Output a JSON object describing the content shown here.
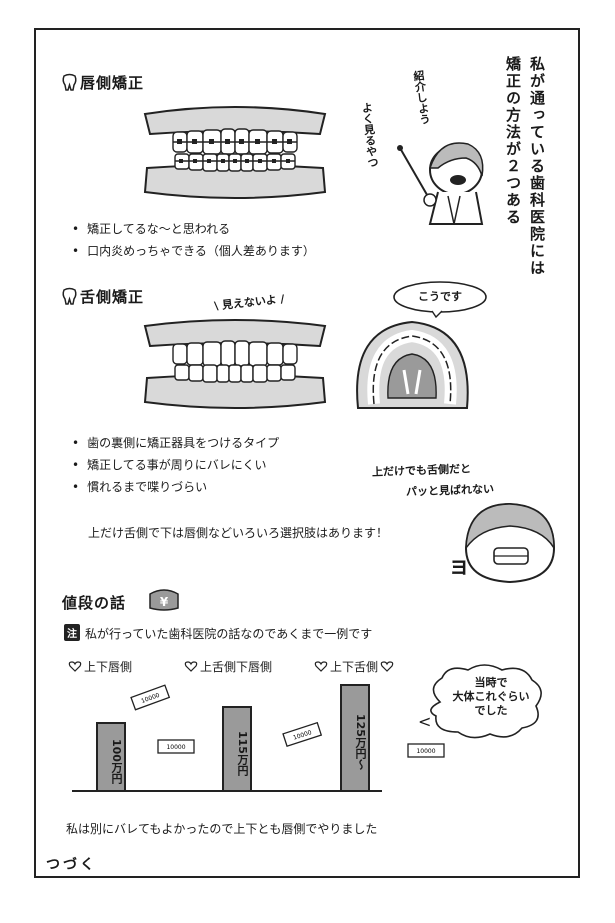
{
  "intro": {
    "line1": "私が通っている歯科医院には",
    "line2": "矯正の方法が２つある"
  },
  "char1": {
    "speech1": "紹介しよう",
    "speech2": "よく見るやつ"
  },
  "section1": {
    "heading": "唇側矯正",
    "bullets": [
      "矯正してるな〜と思われる",
      "口内炎めっちゃできる（個人差あります）"
    ]
  },
  "section2": {
    "heading": "舌側矯正",
    "caption_teeth": "見えないよ",
    "caption_bubble": "こうです",
    "bullets": [
      "歯の裏側に矯正器具をつけるタイプ",
      "矯正してる事が周りにバレにくい",
      "慣れるまで喋りづらい"
    ],
    "aside_line1": "上だけでも舌側だと",
    "aside_line2": "パッと見ばれない",
    "sfx": "ョ",
    "note": "上だけ舌側で下は唇側などいろいろ選択肢はあります！"
  },
  "section3": {
    "heading": "値段の話",
    "wallet_symbol": "¥",
    "badge": "注",
    "notice": "私が行っていた歯科医院の話なのであくまで一例です",
    "labels": [
      "上下唇側",
      "上舌側下唇側",
      "上下舌側"
    ],
    "pillars": [
      "100万円",
      "115万円",
      "125万円〜"
    ],
    "bill_text": "10000",
    "cloud": [
      "当時で",
      "大体これぐらい",
      "でした"
    ],
    "conclusion": "私は別にバレてもよかったので上下とも唇側でやりました"
  },
  "footer": {
    "tsuzuku": "つづく"
  },
  "colors": {
    "ink": "#1a1a1a",
    "gray": "#9a9a9a",
    "light_gray": "#d9d9d9",
    "paper": "#ffffff"
  }
}
